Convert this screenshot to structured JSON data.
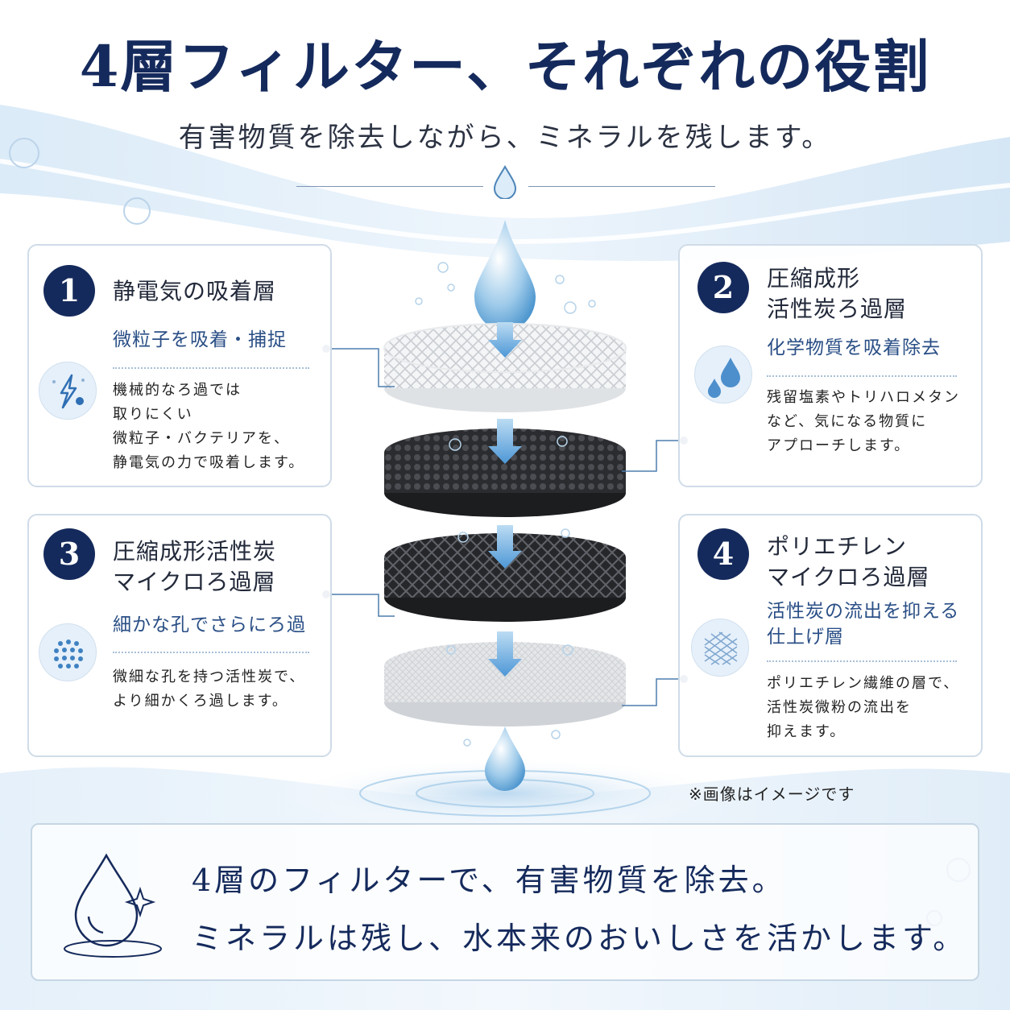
{
  "page": {
    "title": "4層フィルター、それぞれの役割",
    "subtitle": "有害物質を除去しながら、ミネラルを残します。",
    "note": "※画像はイメージです"
  },
  "colors": {
    "navy": "#152a5c",
    "accent_blue": "#2a4f86",
    "card_border": "#cfdce8",
    "water_blue": "#5aa3dc"
  },
  "layers": [
    {
      "number": "1",
      "title_lines": [
        "静電気の吸着層"
      ],
      "subtitle_lines": [
        "微粒子を吸着・捕捉"
      ],
      "body_lines": [
        "機械的なろ過では",
        "取りにくい",
        "微粒子・バクテリアを、",
        "静電気の力で吸着します。"
      ],
      "icon": "lightning-icon"
    },
    {
      "number": "2",
      "title_lines": [
        "圧縮成形",
        "活性炭ろ過層"
      ],
      "subtitle_lines": [
        "化学物質を吸着除去"
      ],
      "body_lines": [
        "残留塩素やトリハロメタン",
        "など、気になる物質に",
        "アプローチします。"
      ],
      "icon": "water-drops-icon"
    },
    {
      "number": "3",
      "title_lines": [
        "圧縮成形活性炭",
        "マイクロろ過層"
      ],
      "subtitle_lines": [
        "細かな孔でさらにろ過"
      ],
      "body_lines": [
        "微細な孔を持つ活性炭で、",
        "より細かくろ過します。"
      ],
      "icon": "micro-pores-icon"
    },
    {
      "number": "4",
      "title_lines": [
        "ポリエチレン",
        "マイクロろ過層"
      ],
      "subtitle_lines": [
        "活性炭の流出を抑える",
        "仕上げ層"
      ],
      "body_lines": [
        "ポリエチレン繊維の層で、",
        "活性炭微粉の流出を",
        "抑えます。"
      ],
      "icon": "fiber-mesh-icon"
    }
  ],
  "bottom": {
    "lines": [
      "4層のフィルターで、有害物質を除去。",
      "ミネラルは残し、水本来のおいしさを活かします。"
    ],
    "icon": "water-drop-sparkle-icon"
  }
}
